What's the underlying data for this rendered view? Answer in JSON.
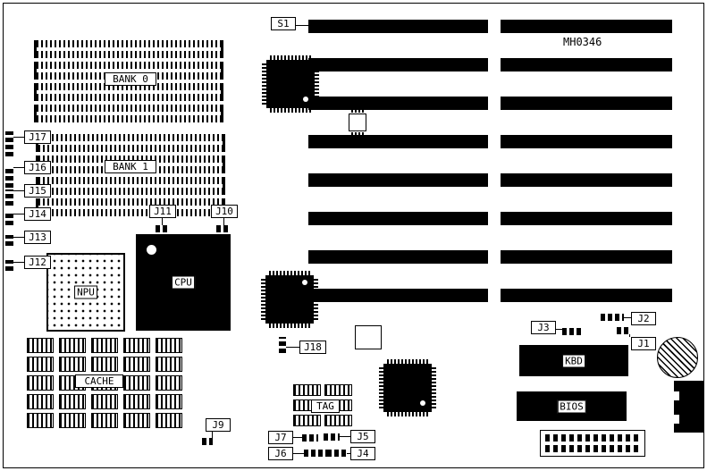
{
  "diagram": {
    "part_number": "MH0346",
    "colors": {
      "ink": "#000000",
      "paper": "#ffffff"
    },
    "labels": {
      "s1": "S1",
      "bank0": "BANK 0",
      "bank1": "BANK 1",
      "npu": "NPU",
      "cpu": "CPU",
      "cache": "CACHE",
      "tag": "TAG",
      "kbd": "KBD",
      "bios": "BIOS",
      "j1": "J1",
      "j2": "J2",
      "j3": "J3",
      "j4": "J4",
      "j5": "J5",
      "j6": "J6",
      "j7": "J7",
      "j9": "J9",
      "j10": "J10",
      "j11": "J11",
      "j12": "J12",
      "j13": "J13",
      "j14": "J14",
      "j15": "J15",
      "j16": "J16",
      "j17": "J17",
      "j18": "J18"
    },
    "counts": {
      "isa_slot_rows": 8,
      "bank_sockets": 4,
      "cache_chips": 25,
      "tag_chips": 6
    }
  }
}
